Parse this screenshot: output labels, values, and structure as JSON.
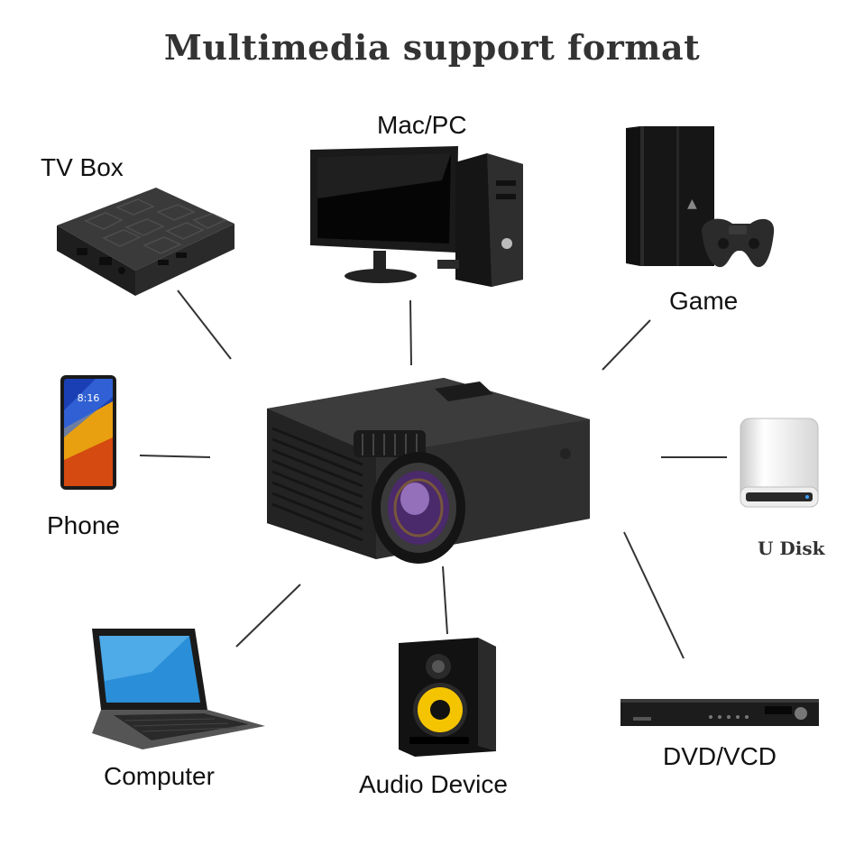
{
  "title": "Multimedia support format",
  "devices": {
    "tv_box": "TV Box",
    "mac_pc": "Mac/PC",
    "game": "Game",
    "phone": "Phone",
    "u_disk": "U Disk",
    "computer": "Computer",
    "audio_device": "Audio Device",
    "dvd_vcd": "DVD/VCD"
  },
  "phone_clock": "8:16",
  "colors": {
    "title": "#333333",
    "label": "#111111",
    "device_body": "#2a2a2a",
    "speaker_cone": "#f5c400",
    "laptop_screen": "#2a8fd8"
  }
}
